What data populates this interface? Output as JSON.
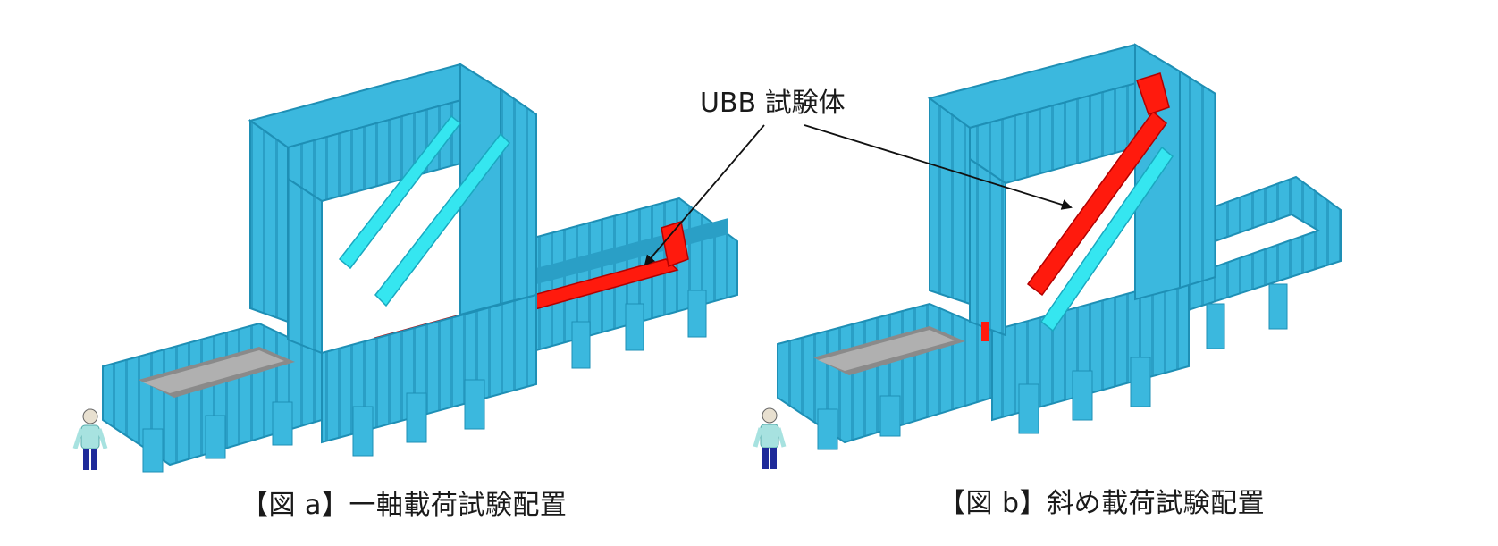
{
  "callout": {
    "label": "UBB 試験体"
  },
  "figures": [
    {
      "caption": "【図 a】一軸載荷試験配置"
    },
    {
      "caption": "【図 b】斜め載荷試験配置"
    }
  ],
  "colors": {
    "frame": "#3bb8de",
    "frame_dark": "#1e8fb5",
    "brace": "#35e6f0",
    "specimen": "#ff1a0d",
    "roller": "#9a9a9a",
    "worker_shirt": "#a7e2e0",
    "worker_pants": "#1e2a9a",
    "line": "#111111"
  }
}
